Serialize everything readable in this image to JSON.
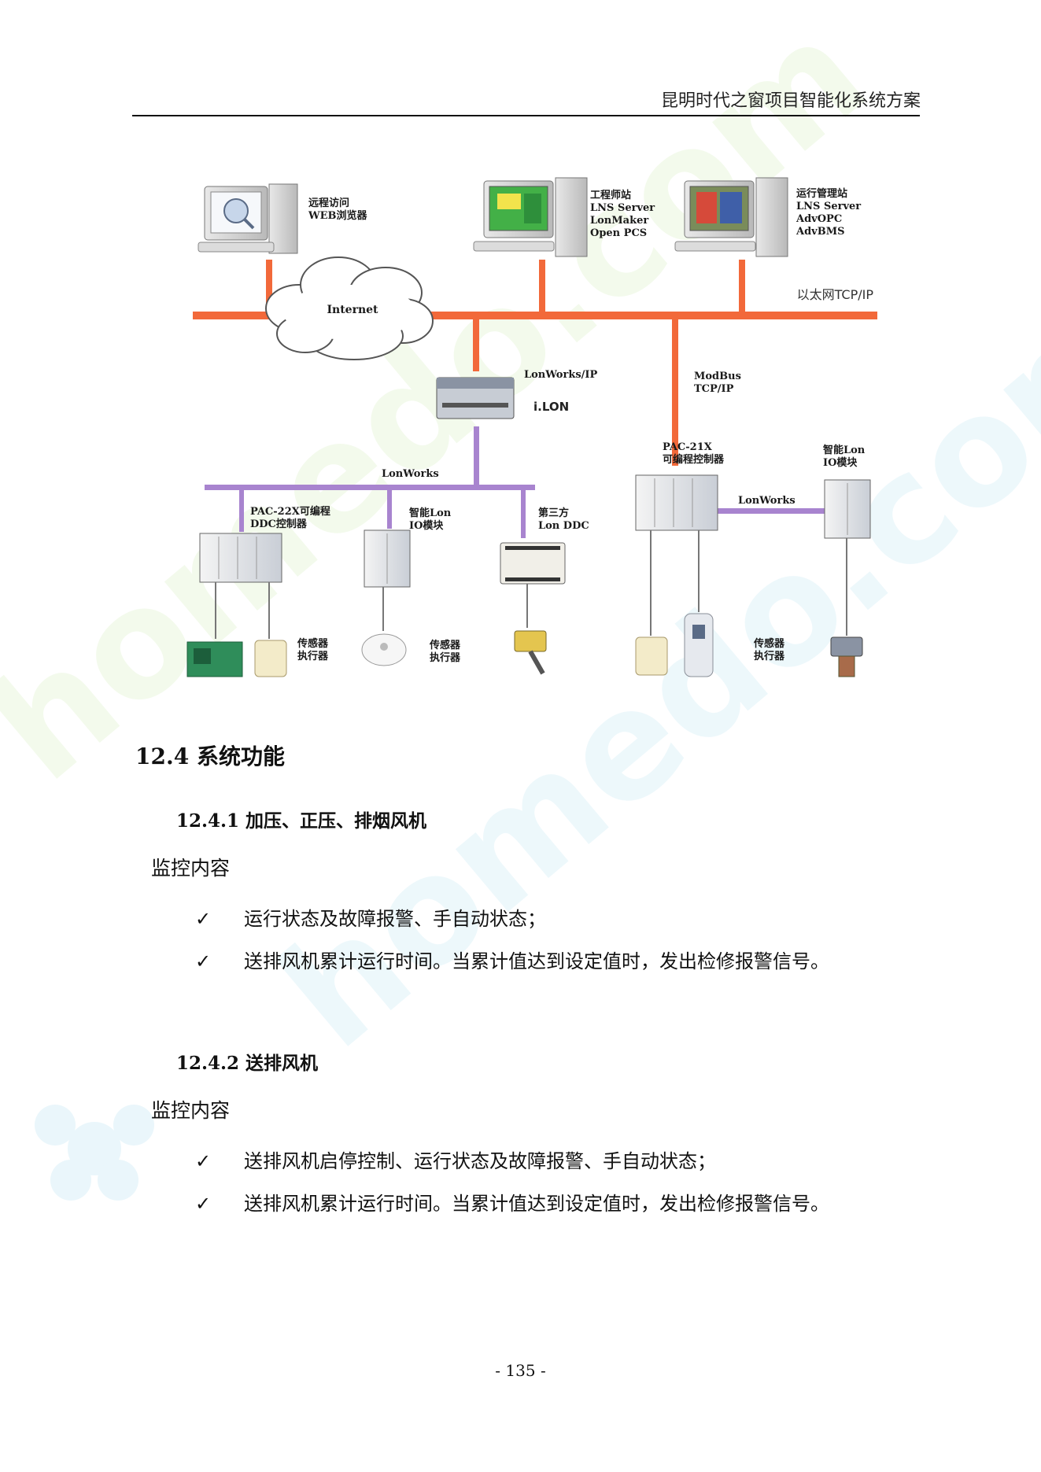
{
  "header": {
    "title": "昆明时代之窗项目智能化系统方案"
  },
  "diagram": {
    "workstations": [
      {
        "lines": [
          "远程访问",
          "WEB浏览器"
        ]
      },
      {
        "lines": [
          "工程师站",
          "LNS Server",
          "LonMaker",
          "Open PCS"
        ]
      },
      {
        "lines": [
          "运行管理站",
          "LNS Server",
          "AdvOPC",
          "AdvBMS"
        ]
      }
    ],
    "network_labels": {
      "internet": "Internet",
      "ethernet": "以太网TCP/IP",
      "lonworks_ip": "LonWorks/IP",
      "ilon": "i.LON",
      "modbus": [
        "ModBus",
        "TCP/IP"
      ],
      "lonworks_bus_left": "LonWorks",
      "lonworks_bus_right": "LonWorks"
    },
    "devices": {
      "pac22x": [
        "PAC-22X可编程",
        "DDC控制器"
      ],
      "io_module_left": [
        "智能Lon",
        "IO模块"
      ],
      "third_party": [
        "第三方",
        "Lon DDC"
      ],
      "pac21x": [
        "PAC-21X",
        "可编程控制器"
      ],
      "io_module_right": [
        "智能Lon",
        "IO模块"
      ]
    },
    "field_labels": [
      [
        "传感器",
        "执行器"
      ],
      [
        "传感器",
        "执行器"
      ],
      [
        "传感器",
        "执行器"
      ]
    ],
    "colors": {
      "ethernet": "#f2693a",
      "lonworks": "#a884cf"
    }
  },
  "sections": [
    {
      "heading": "12.4  系统功能",
      "subsections": [
        {
          "heading": "12.4.1  加压、正压、排烟风机",
          "label": "监控内容",
          "items": [
            "运行状态及故障报警、手自动状态；",
            "送排风机累计运行时间。当累计值达到设定值时，发出检修报警信号。"
          ]
        },
        {
          "heading": "12.4.2  送排风机",
          "label": "监控内容",
          "items": [
            "送排风机启停控制、运行状态及故障报警、手自动状态；",
            "送排风机累计运行时间。当累计值达到设定值时，发出检修报警信号。"
          ]
        }
      ]
    }
  ],
  "bullet_symbol": "✓",
  "page_number": "- 135 -"
}
